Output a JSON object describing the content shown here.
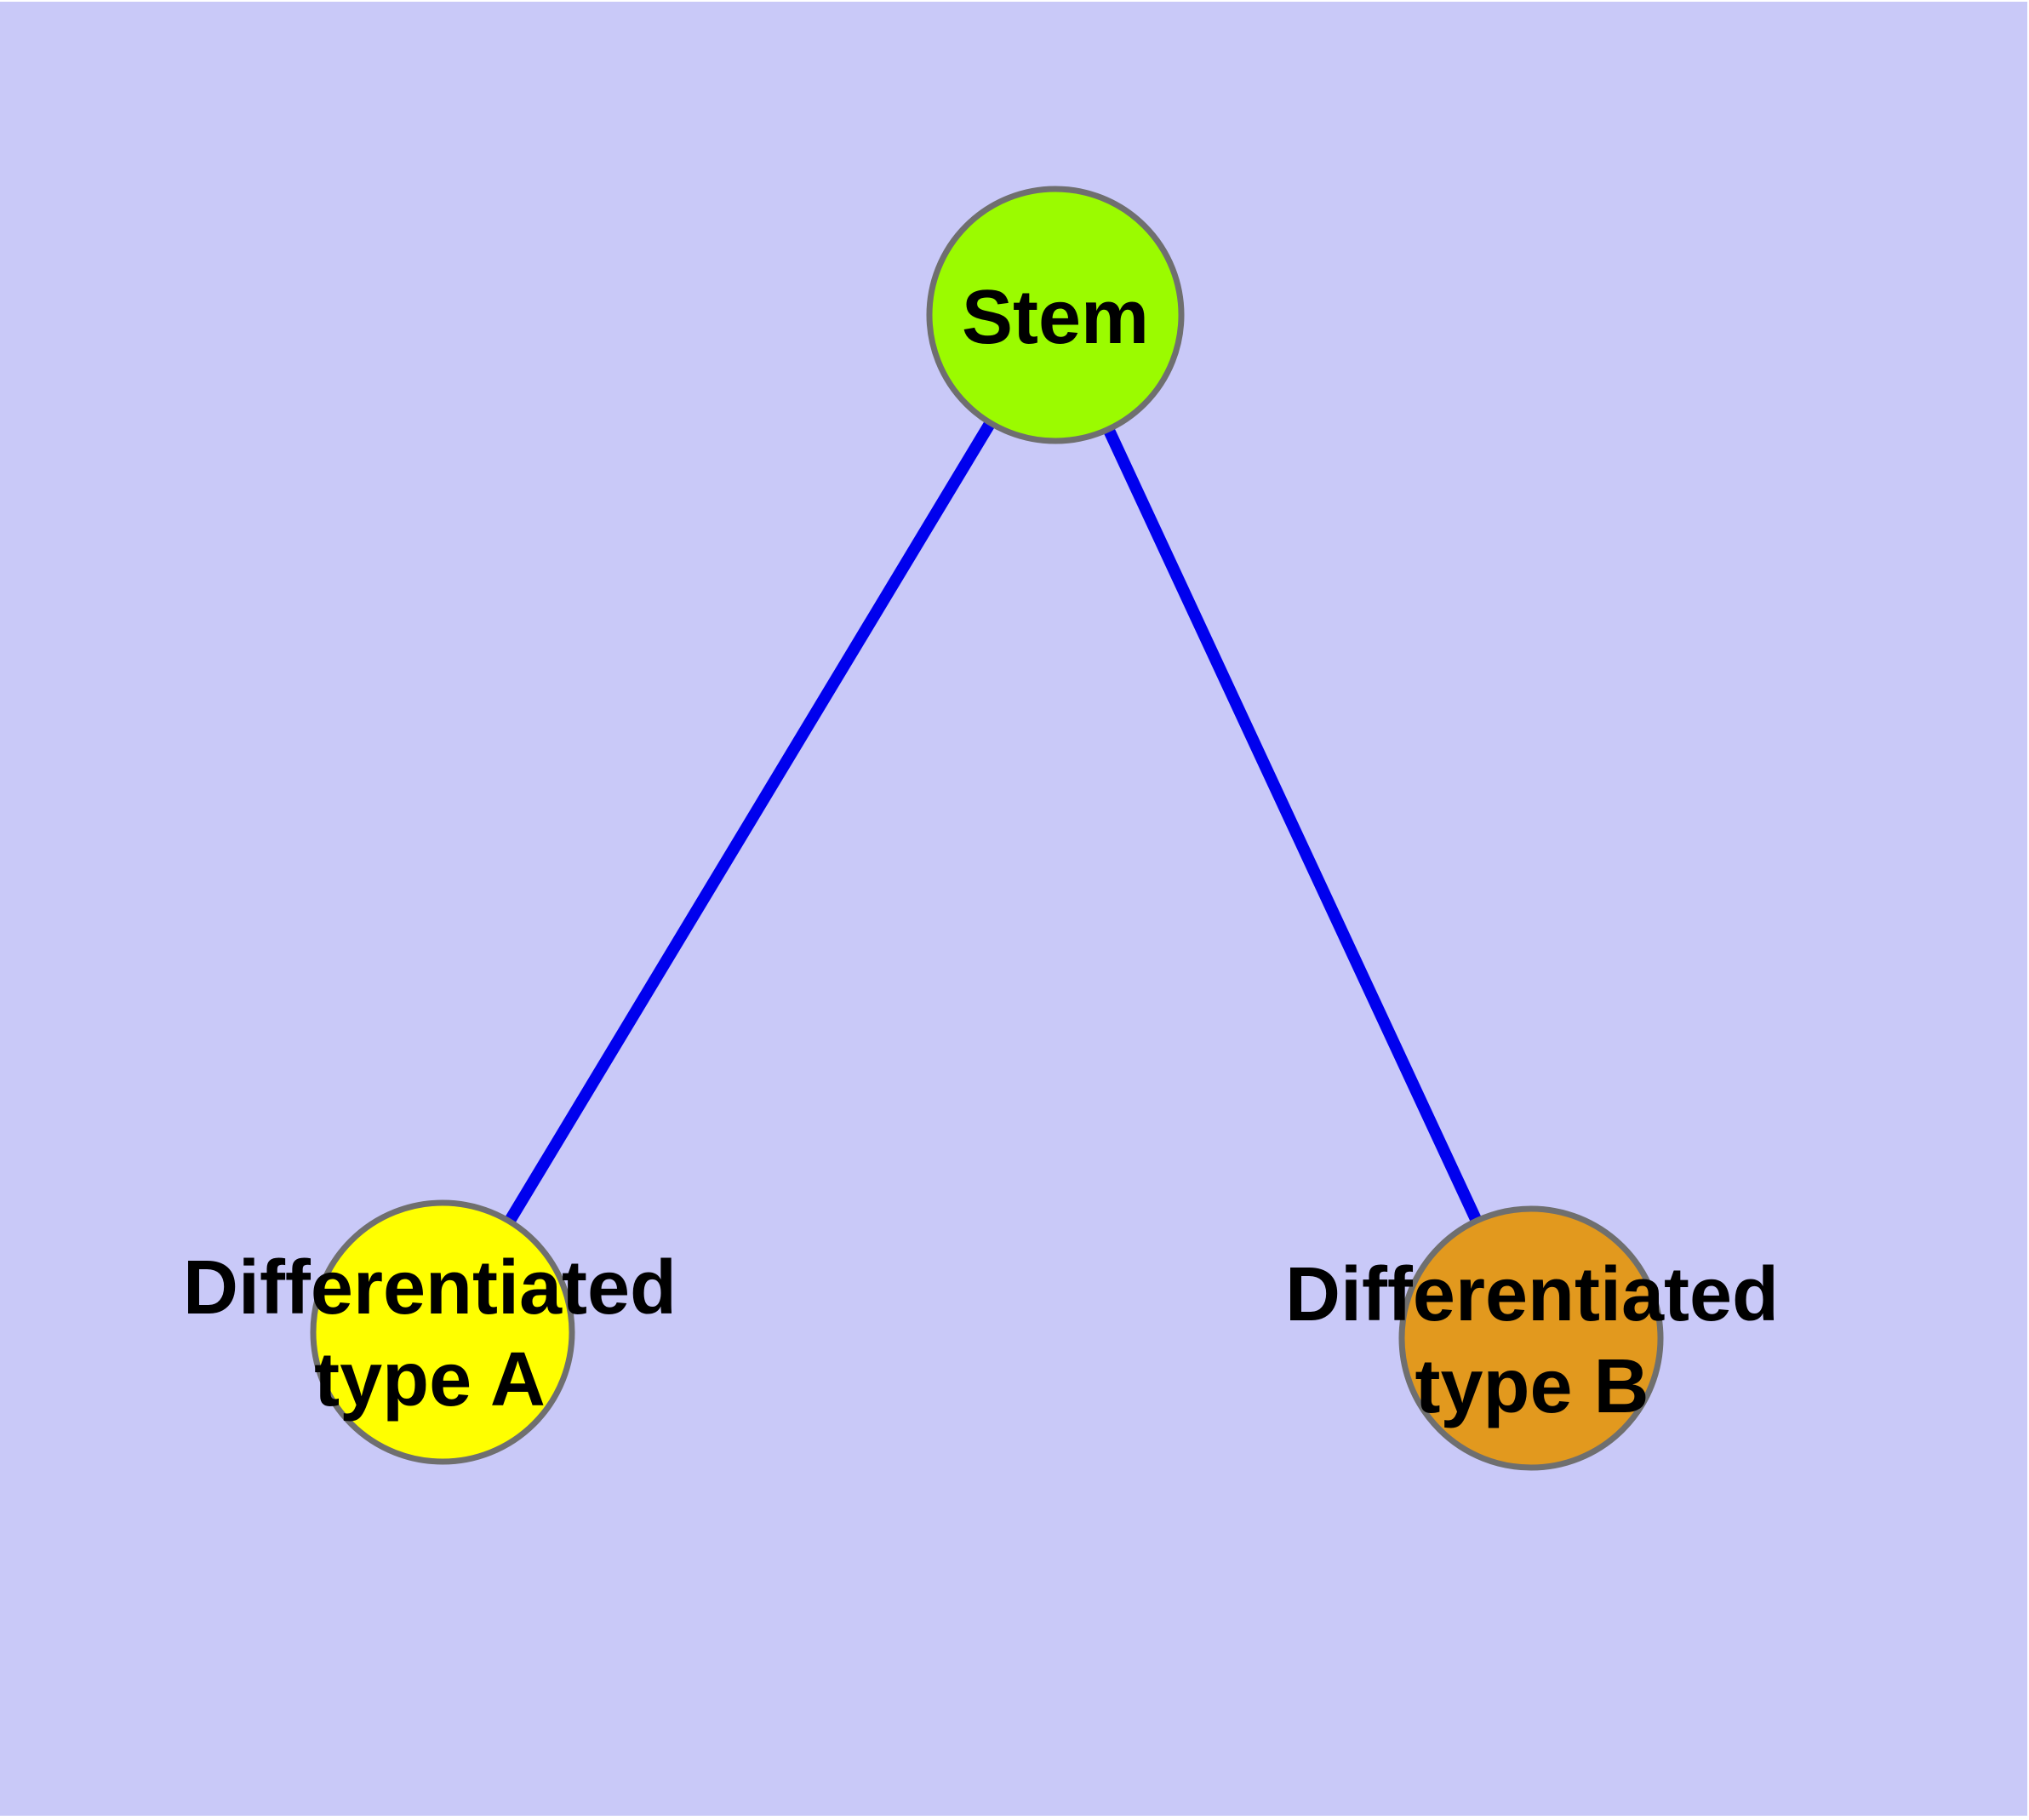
{
  "diagram": {
    "background_color": "#C9C9F8",
    "frame_color": "#FFFFFF",
    "text_color": "#000000",
    "node_border_color": "#6F6F6F",
    "edge_color": "#0000EE",
    "edge_width": "14",
    "nodes": {
      "stem": {
        "label": "Stem",
        "fill": "#9BFB00"
      },
      "type_a": {
        "label": "Differentiated type A",
        "line1": "Differentiated",
        "line2": "type A",
        "fill": "#FFFF00"
      },
      "type_b": {
        "label": "Differentiated type B",
        "line1": "Differentiated",
        "line2": "type B",
        "fill": "#E2991E"
      }
    },
    "edges": [
      {
        "from": "stem",
        "to": "type_a"
      },
      {
        "from": "stem",
        "to": "type_b"
      }
    ]
  }
}
